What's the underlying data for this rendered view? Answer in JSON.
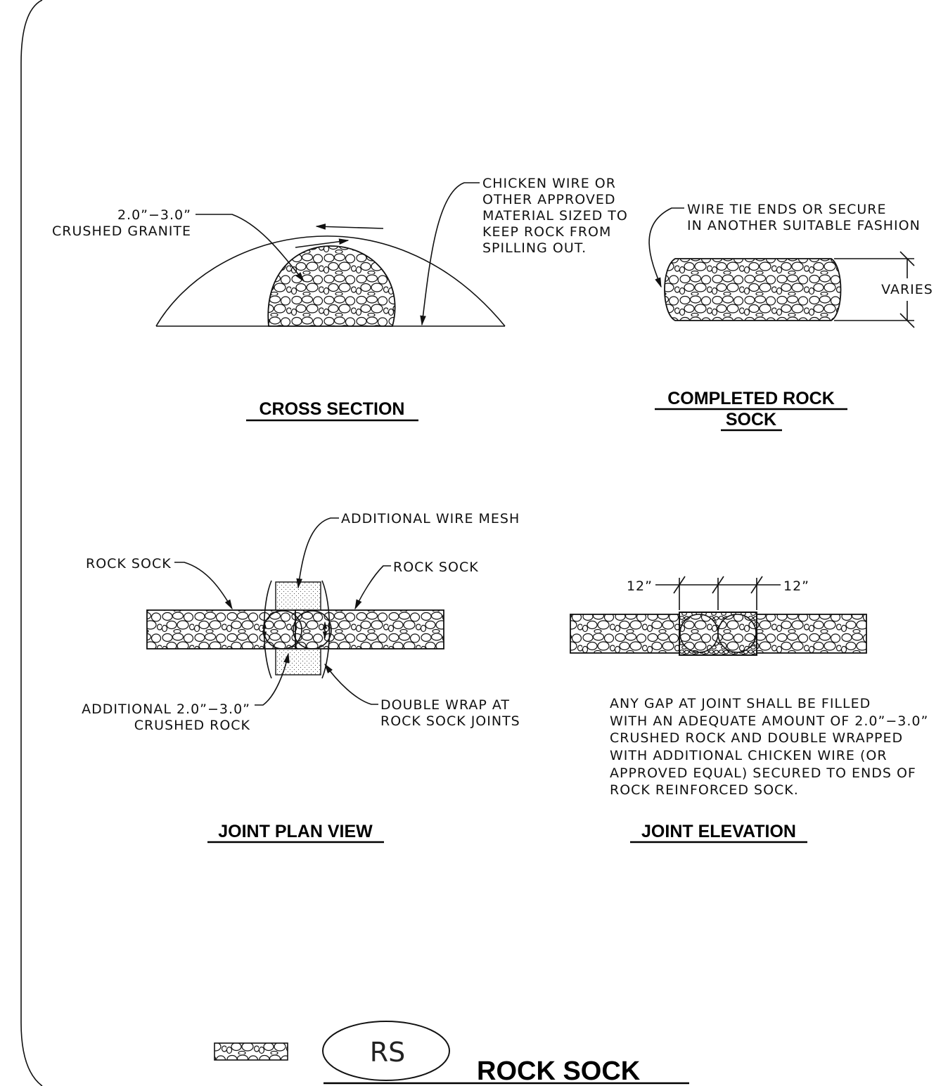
{
  "cross_section": {
    "title": "CROSS SECTION",
    "label_granite": [
      "2.0”−3.0”",
      "CRUSHED GRANITE"
    ],
    "label_wire": [
      "CHICKEN WIRE OR",
      "OTHER APPROVED",
      "MATERIAL SIZED TO",
      "KEEP ROCK FROM",
      "SPILLING OUT."
    ]
  },
  "completed_sock": {
    "title_lines": [
      "COMPLETED ROCK",
      "SOCK"
    ],
    "label_tie": [
      "WIRE TIE ENDS OR SECURE",
      "IN ANOTHER SUITABLE FASHION"
    ],
    "label_varies": "VARIES"
  },
  "joint_plan": {
    "title": "JOINT PLAN VIEW",
    "label_mesh": "ADDITIONAL WIRE MESH",
    "label_sock_left": "ROCK SOCK",
    "label_sock_right": "ROCK SOCK",
    "label_rock": [
      "ADDITIONAL 2.0”−3.0”",
      "CRUSHED ROCK"
    ],
    "label_wrap": [
      "DOUBLE WRAP AT",
      "ROCK SOCK JOINTS"
    ]
  },
  "joint_elevation": {
    "title": "JOINT ELEVATION",
    "dim_left": "12”",
    "dim_right": "12”",
    "note": [
      "ANY GAP AT JOINT SHALL BE FILLED",
      "WITH AN ADEQUATE AMOUNT OF 2.0”−3.0”",
      "CRUSHED ROCK AND DOUBLE WRAPPED",
      "WITH ADDITIONAL CHICKEN WIRE (OR",
      "APPROVED EQUAL) SECURED TO ENDS OF",
      "ROCK REINFORCED SOCK."
    ]
  },
  "legend": {
    "symbol_text": "RS",
    "title": "ROCK SOCK"
  }
}
